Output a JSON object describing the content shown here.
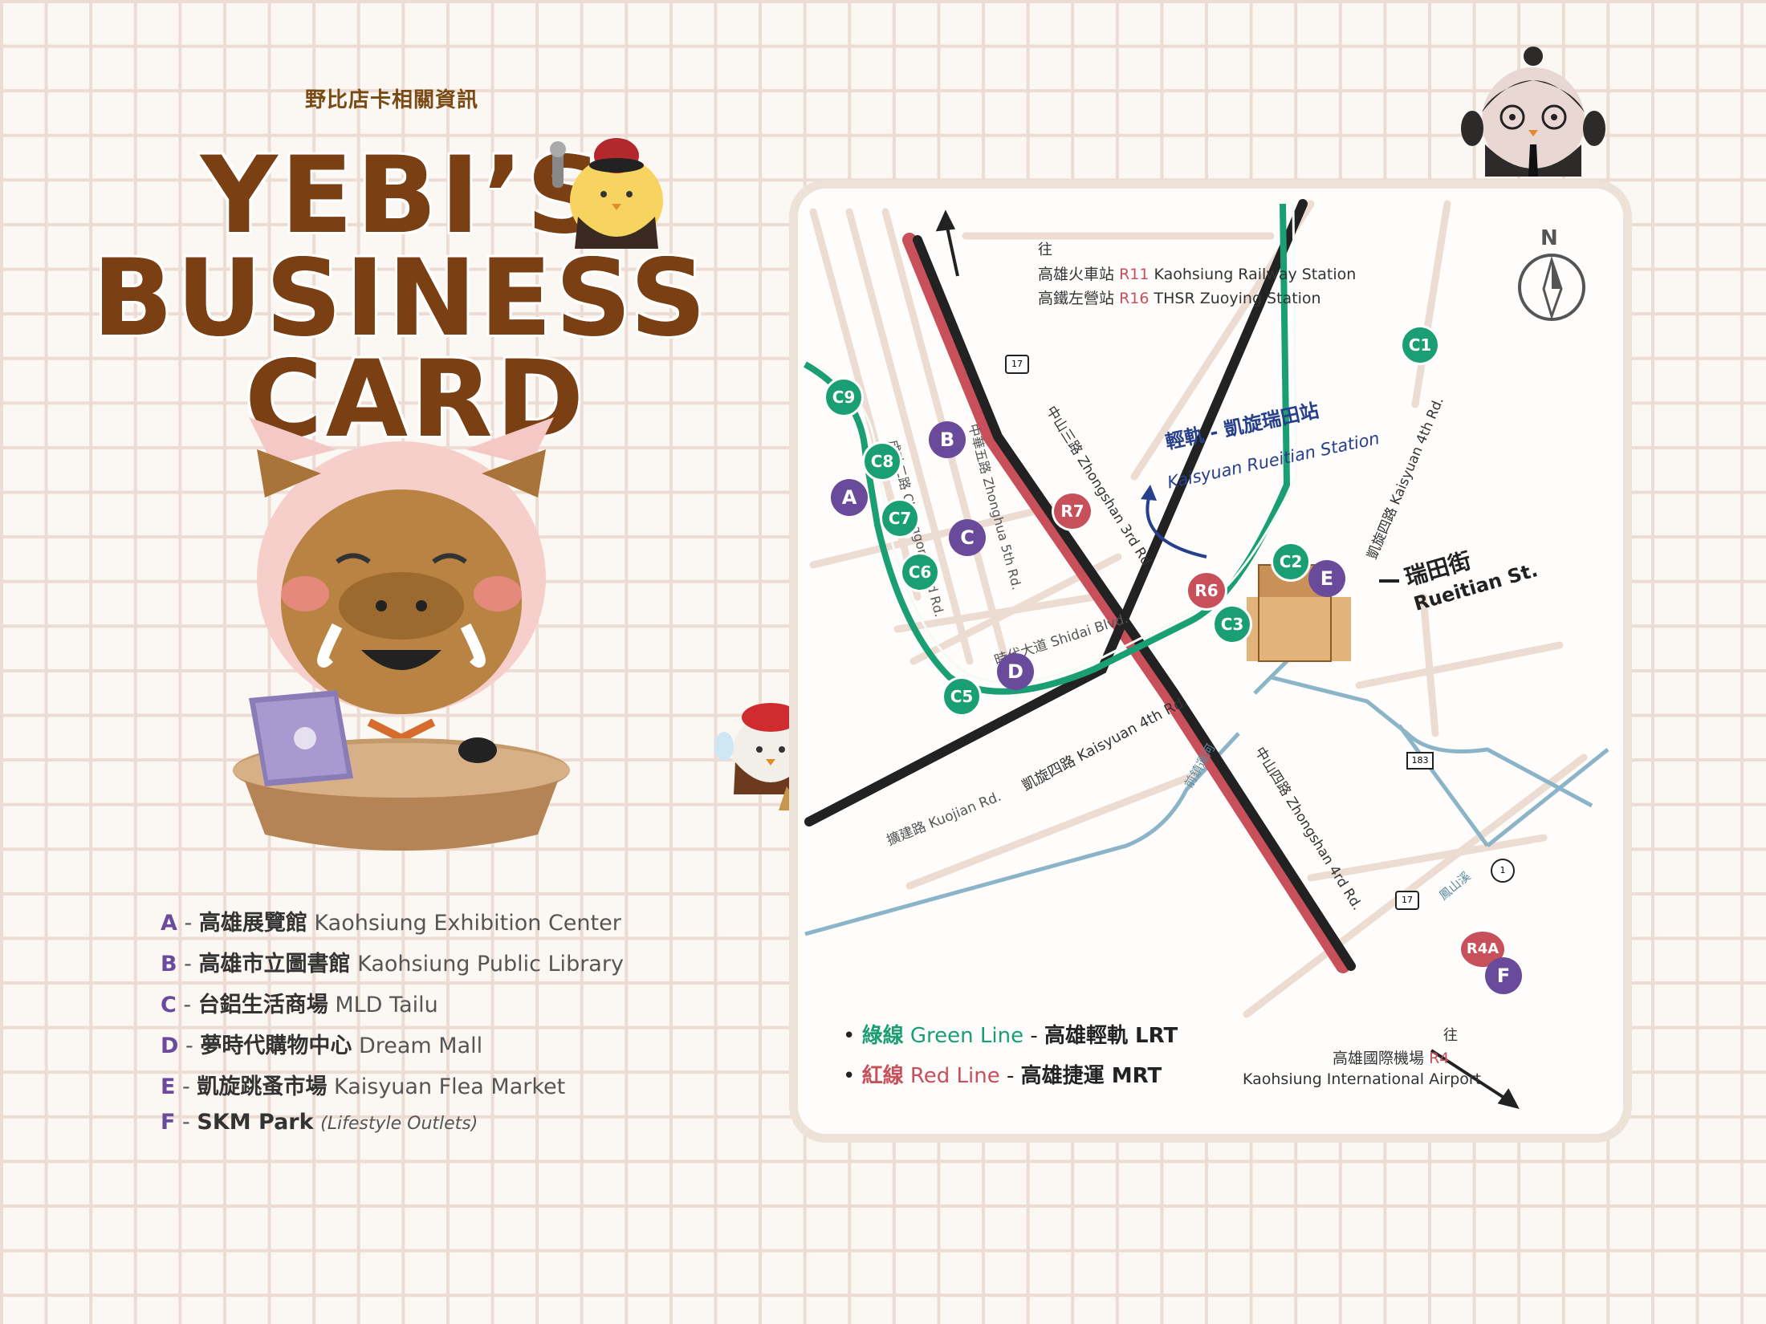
{
  "header": {
    "subtitle": "野比店卡相關資訊",
    "title_line1": "YEBI’S",
    "title_line2": "BUSINESS",
    "title_line3": "CARD"
  },
  "legend": [
    {
      "letter": "A",
      "zh": "高雄展覽館",
      "en": "Kaohsiung Exhibition Center",
      "note": ""
    },
    {
      "letter": "B",
      "zh": "高雄市立圖書館",
      "en": "Kaohsiung Public Library",
      "note": ""
    },
    {
      "letter": "C",
      "zh": "台鋁生活商場",
      "en": "MLD Tailu",
      "note": ""
    },
    {
      "letter": "D",
      "zh": "夢時代購物中心",
      "en": "Dream Mall",
      "note": ""
    },
    {
      "letter": "E",
      "zh": "凱旋跳蚤市場",
      "en": "Kaisyuan Flea Market",
      "note": ""
    },
    {
      "letter": "F",
      "zh": "SKM Park",
      "en": "",
      "note": "(Lifestyle Outlets)"
    }
  ],
  "map": {
    "compass_label": "N",
    "north_note": {
      "prefix": "往",
      "line1_zh": "高雄火車站",
      "line1_code": "R11",
      "line1_en": "Kaohsiung Railway Station",
      "line2_zh": "高鐵左營站",
      "line2_code": "R16",
      "line2_en": "THSR Zuoying Station"
    },
    "south_note": {
      "prefix": "往",
      "line1_zh": "高雄國際機場",
      "line1_code": "R4",
      "line2_en": "Kaohsiung International Airport"
    },
    "station_callout": {
      "zh": "輕軌 - 凱旋瑞田站",
      "en": "Kaisyuan Rueitian Station"
    },
    "rueitian": {
      "zh": "瑞田街",
      "en": "Rueitian St."
    },
    "roads": {
      "zhongshan3": "中山三路 Zhongshan 3rd Rd.",
      "zhongshan4": "中山四路 Zhongshan 4rd Rd.",
      "kaisyuan4_upper": "凱旋四路 Kaisyuan 4th Rd.",
      "kaisyuan4_lower": "凱旋四路 Kaisyuan 4th Rd.",
      "chenggong2": "成功二路 Chenggong 2nd Rd.",
      "zhonghua5": "中華五路 Zhonghua 5th Rd.",
      "shidai": "時代大道 Shidai Blvd.",
      "kuojian": "擴建路 Kuojian Rd.",
      "qianzhen_canal": "前鎮運河",
      "fengshan_river": "鳳山溪",
      "shield_17a": "17",
      "shield_17b": "17",
      "shield_183": "183",
      "shield_1": "1"
    },
    "green_stations": [
      "C1",
      "C2",
      "C3",
      "C5",
      "C6",
      "C7",
      "C8",
      "C9"
    ],
    "red_stations": [
      "R7",
      "R6",
      "R4A"
    ],
    "poi_markers": [
      "A",
      "B",
      "C",
      "D",
      "E",
      "F"
    ],
    "lines_legend": [
      {
        "zh_color": "綠線",
        "en_color": "Green Line",
        "system": "高雄輕軌 LRT",
        "color": "#1a9e73"
      },
      {
        "zh_color": "紅線",
        "en_color": "Red Line",
        "system": "高雄捷運 MRT",
        "color": "#c8505a"
      }
    ],
    "colors": {
      "green_line": "#1a9e73",
      "red_line": "#c8505a",
      "poi": "#6a4a9a",
      "road": "#ecdcd2",
      "river": "#8cb4c8",
      "main_road": "#222222"
    }
  }
}
